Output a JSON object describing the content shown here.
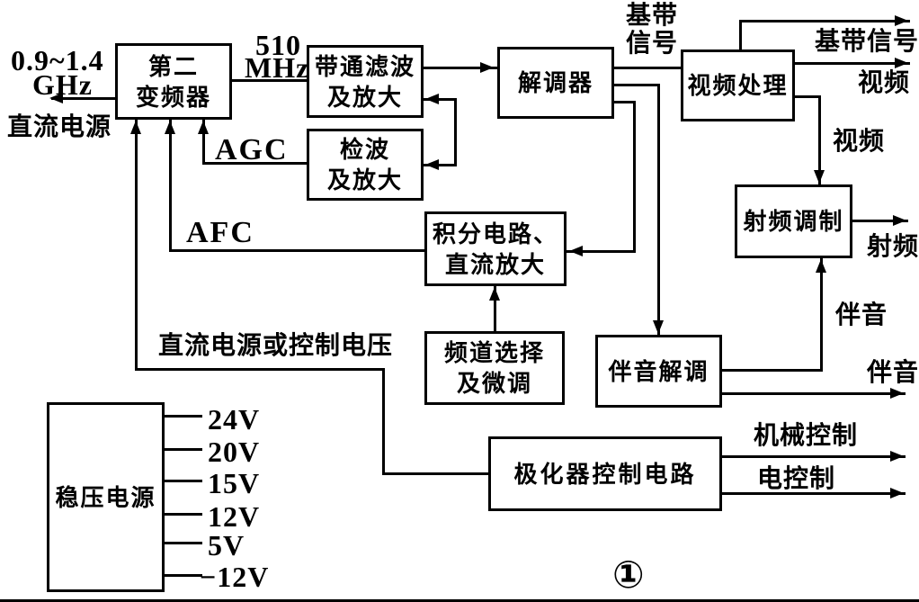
{
  "diagram": {
    "figure_number": "①",
    "blocks": {
      "second_converter": {
        "line1": "第二",
        "line2": "变频器"
      },
      "bandpass_filter_amp": {
        "line1": "带通滤波",
        "line2": "及放大"
      },
      "detector_amp": {
        "line1": "检波",
        "line2": "及放大"
      },
      "demodulator": {
        "label": "解调器"
      },
      "video_processing": {
        "label": "视频处理"
      },
      "integrator_dc_amp": {
        "line1": "积分电路、",
        "line2": "直流放大"
      },
      "channel_select_tune": {
        "line1": "频道选择",
        "line2": "及微调"
      },
      "audio_demodulator": {
        "label": "伴音解调"
      },
      "rf_modulator": {
        "label": "射频调制"
      },
      "regulated_power_supply": {
        "label": "稳压电源"
      },
      "polarizer_control": {
        "label": "极化器控制电路"
      }
    },
    "labels": {
      "input_freq_line1": "0.9~1.4",
      "input_freq_line2": "GHz",
      "dc_power": "直流电源",
      "if_freq_line1": "510",
      "if_freq_line2": "MHz",
      "agc": "AGC",
      "afc": "AFC",
      "dc_or_control": "直流电源或控制电压",
      "baseband_line1": "基带",
      "baseband_line2": "信号",
      "baseband_out": "基带信号",
      "video_out": "视频",
      "video_inner": "视频",
      "rf_out": "射频",
      "audio_inner": "伴音",
      "audio_out": "伴音",
      "mech_control": "机械控制",
      "elec_control": "电控制"
    },
    "psu_outputs": [
      "24V",
      "20V",
      "15V",
      "12V",
      "5V",
      "−12V"
    ],
    "colors": {
      "line": "#000000",
      "background": "#ffffff"
    }
  }
}
